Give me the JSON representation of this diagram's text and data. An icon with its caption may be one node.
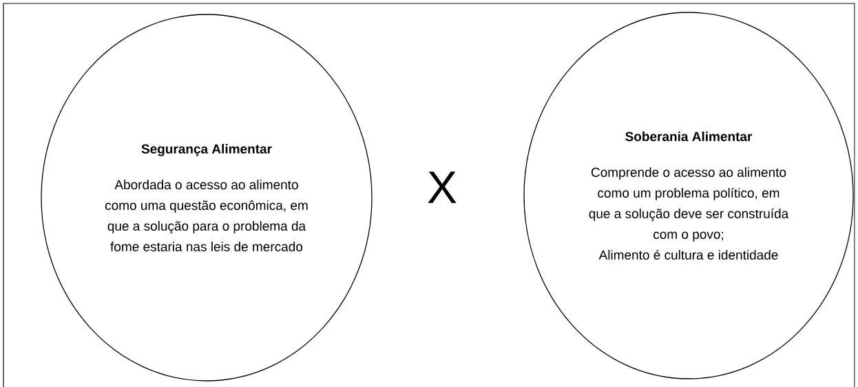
{
  "diagram": {
    "nodes": [
      {
        "text": [
          "Segurança Alimentar",
          "Abordada o acesso ao alimento como uma questão econômica, em que a solução para o problema da fome estaria nas leis de mercado"
        ]
      },
      {
        "text": [
          "Soberania Alimentar",
          "Comprende o acesso ao alimento como um problema político, em que a solução deve ser construída com o povo;",
          "Alimento é cultura e identidade"
        ]
      }
    ],
    "labels": [
      "X"
    ]
  }
}
